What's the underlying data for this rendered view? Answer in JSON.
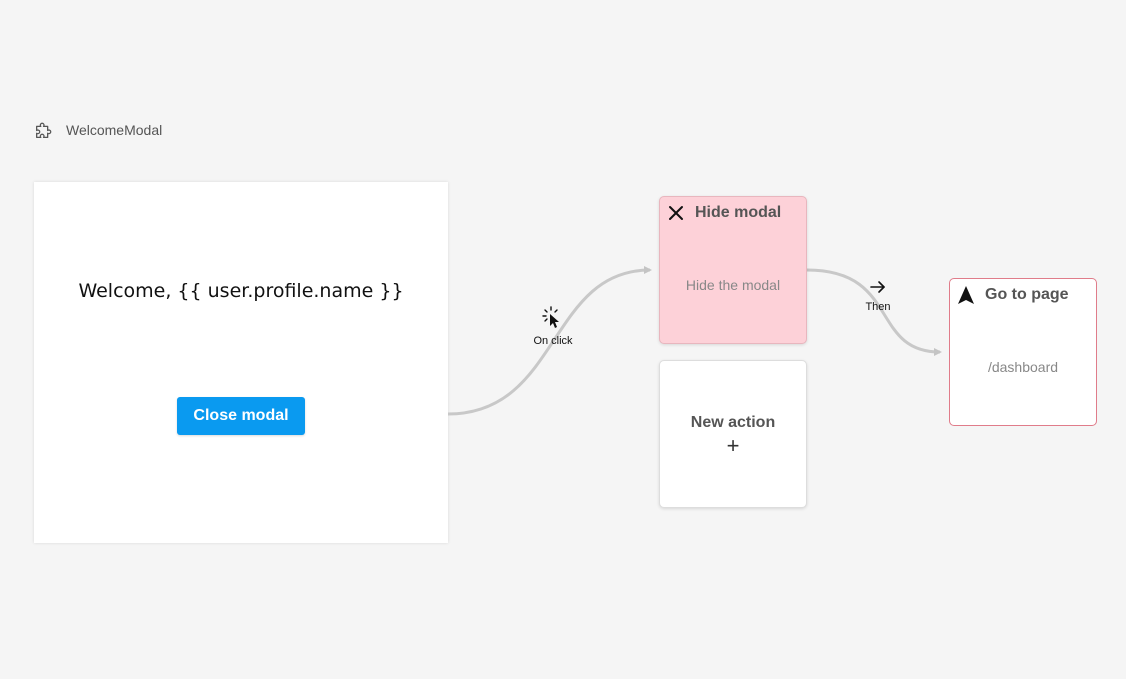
{
  "component": {
    "name": "WelcomeModal",
    "icon": "puzzle-piece-icon"
  },
  "modal": {
    "welcome_text": "Welcome, {{ user.profile.name }}",
    "close_button_label": "Close modal",
    "accent_color": "#0a9af0"
  },
  "triggers": {
    "on_click": {
      "label": "On click",
      "icon": "pointer-click-icon"
    },
    "then": {
      "label": "Then",
      "icon": "arrow-right-icon"
    }
  },
  "actions": {
    "hide_modal": {
      "title": "Hide modal",
      "description": "Hide the modal",
      "icon": "close-icon",
      "color": "#fdd1d8"
    },
    "new_action": {
      "title": "New action",
      "icon": "plus-icon",
      "plus_glyph": "+"
    },
    "go_to_page": {
      "title": "Go to page",
      "path": "/dashboard",
      "icon": "navigation-arrow-icon",
      "border_color": "#e07c8a"
    }
  }
}
